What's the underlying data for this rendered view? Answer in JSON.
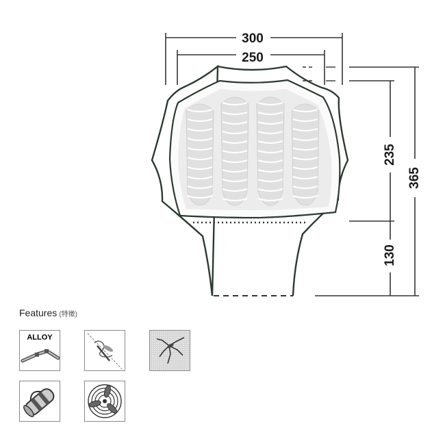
{
  "dimensions": {
    "outer_width": "300",
    "inner_width": "250",
    "inner_length": "235",
    "total_length": "365",
    "porch_length": "130"
  },
  "sleeping_bags": 4,
  "features": {
    "heading": "Features",
    "heading_sub": "(特徴)",
    "items": [
      {
        "icon": "alloy-poles-icon",
        "label": "ALLOY"
      },
      {
        "icon": "guy-line-icon"
      },
      {
        "icon": "mosquito-net-icon"
      },
      {
        "icon": "carry-bag-icon"
      },
      {
        "icon": "ventilation-fan-icon"
      }
    ]
  }
}
